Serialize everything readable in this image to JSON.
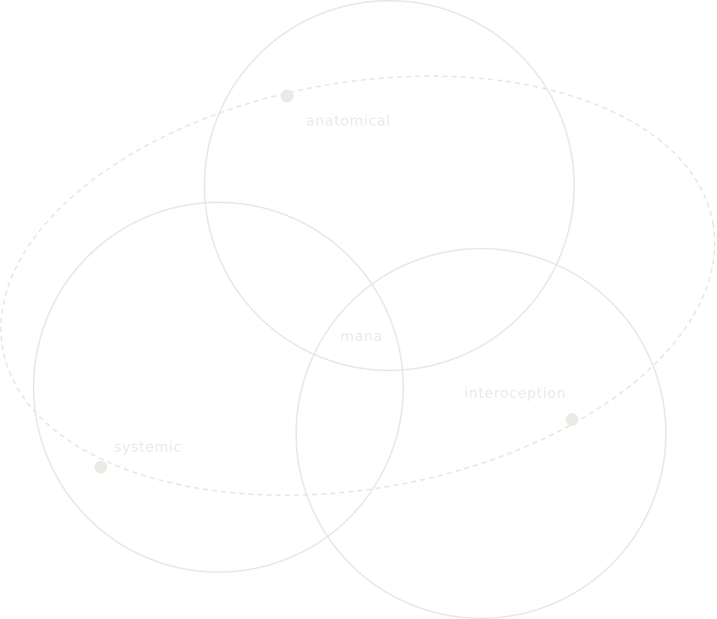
{
  "diagram": {
    "sets": [
      {
        "id": "anatomical",
        "label": "anatomical"
      },
      {
        "id": "systemic",
        "label": "systemic"
      },
      {
        "id": "interoception",
        "label": "interoception"
      }
    ],
    "center_label": "mana",
    "colors": {
      "circle": "#e6e6e6",
      "ellipse": "#e4e4e4",
      "dot": "#ebe9e4",
      "text": "#e9e9e9"
    }
  }
}
